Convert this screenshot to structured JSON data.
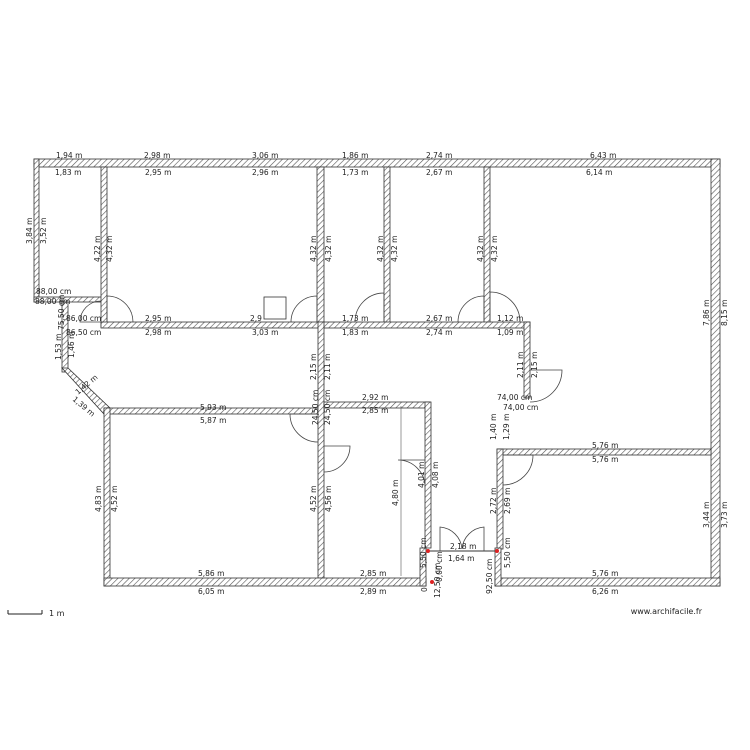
{
  "credit": "www.archifacile.fr",
  "scale_label": "1 m",
  "dimensions": [
    "1,94 m",
    "2,98 m",
    "3,06 m",
    "1,86 m",
    "2,74 m",
    "6,43 m",
    "1,83 m",
    "2,95 m",
    "2,96 m",
    "1,73 m",
    "2,67 m",
    "6,14 m",
    "3,84 m",
    "3,52 m",
    "4,22 m",
    "4,32 m",
    "4,32 m",
    "4,32 m",
    "4,32 m",
    "4,32 m",
    "4,32 m",
    "4,32 m",
    "88,00 cm",
    "88,00 cm",
    "75,50 cm",
    "86,00 cm",
    "86,50 cm",
    "2,95 m",
    "2,9",
    "1,73 m",
    "2,67 m",
    "1,12 m",
    "2,98 m",
    "3,03 m",
    "1,83 m",
    "2,74 m",
    "1,09 m",
    "7,86 m",
    "8,15 m",
    "1,53 m",
    "1,46 m",
    "1,42 m",
    "1,39 m",
    "2,15 m",
    "2,11 m",
    "2,11 m",
    "2,15 m",
    "5,93 m",
    "5,87 m",
    "2,92 m",
    "2,85 m",
    "24,50 cm",
    "24,50 cm",
    "74,00 cm",
    "74,00 cm",
    "1,40 m",
    "1,29 m",
    "5,76 m",
    "5,76 m",
    "4,83 m",
    "4,52 m",
    "4,52 m",
    "4,56 m",
    "4,80 m",
    "4,01 m",
    "4,08 m",
    "2,72 m",
    "2,69 m",
    "3,44 m",
    "3,73 m",
    "2,18 m",
    "1,64 m",
    "5,50 cm",
    "5,50 cm",
    "92,50 cm",
    "12,50 cm",
    "0",
    "0,00 cm",
    "5,86 m",
    "2,85 m",
    "5,76 m",
    "6,05 m",
    "2,89 m",
    "6,26 m"
  ]
}
